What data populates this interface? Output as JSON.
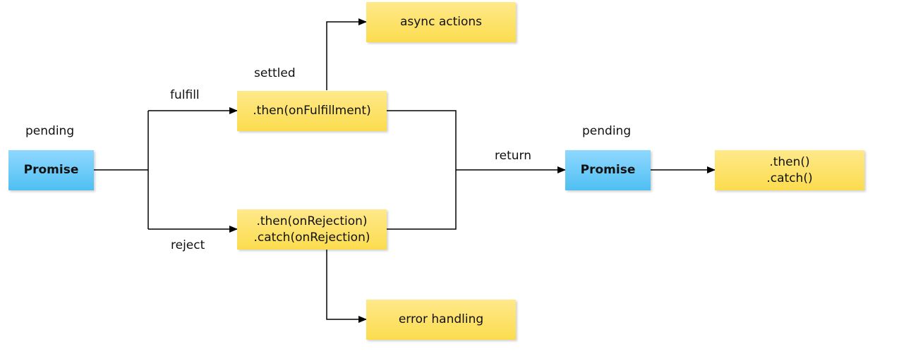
{
  "nodes": {
    "promise_start": "Promise",
    "then_fulfillment": ".then(onFulfillment)",
    "then_rejection": ".then(onRejection)",
    "catch_rejection": ".catch(onRejection)",
    "async_actions": "async actions",
    "error_handling": "error handling",
    "promise_end": "Promise",
    "then_chain": ".then()",
    "catch_chain": ".catch()"
  },
  "labels": {
    "pending_start": "pending",
    "settled": "settled",
    "fulfill": "fulfill",
    "reject": "reject",
    "return": "return",
    "pending_end": "pending"
  },
  "colors": {
    "promise_fill": "#4fbff2",
    "handler_fill": "#fbdc4e",
    "line": "#000000"
  }
}
